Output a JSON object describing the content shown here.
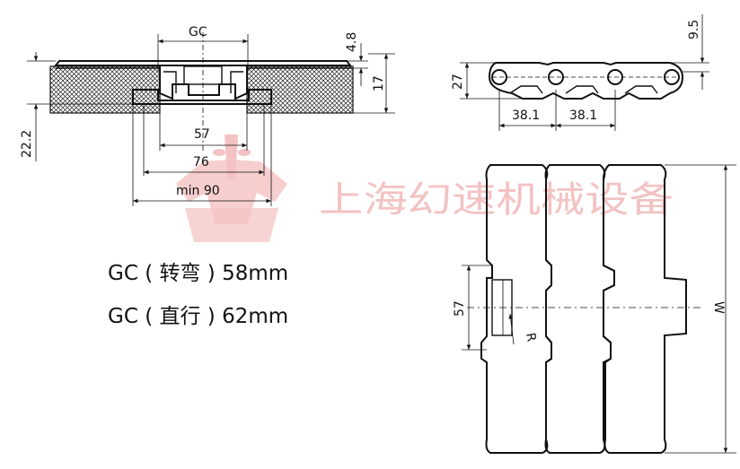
{
  "dimensions": {
    "gc": "GC",
    "d4_8": "4.8",
    "d17": "17",
    "d22_2": "22.2",
    "d57": "57",
    "d76": "76",
    "min90": "min 90",
    "d9_5": "9.5",
    "d27": "27",
    "pitch1": "38.1",
    "pitch2": "38.1",
    "side57": "57",
    "radius": "R",
    "width": "W"
  },
  "notes": {
    "gc_turn": "GC ( 转弯 ) 58mm",
    "gc_straight": "GC ( 直行 ) 62mm"
  },
  "watermark": {
    "text": "上海幻速机械设备",
    "color": "#f2b8b8"
  }
}
